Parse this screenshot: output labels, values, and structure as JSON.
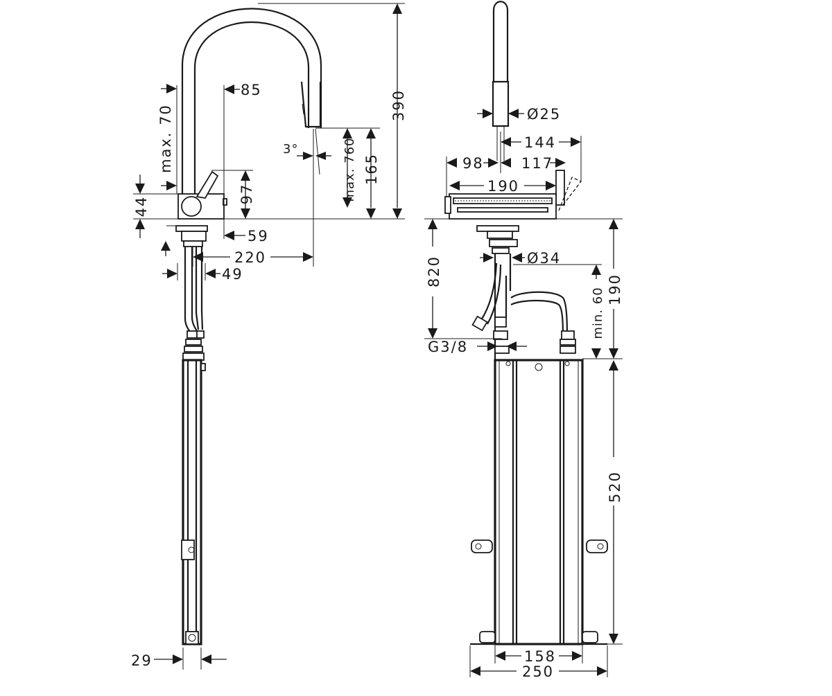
{
  "side_view": {
    "dimensions": {
      "d85": "85",
      "max70": "max. 70",
      "d44": "44",
      "d97": "97",
      "d3deg": "3°",
      "max760": "max. 760",
      "d165": "165",
      "d390": "390",
      "d59": "59",
      "d220": "220",
      "d49": "49",
      "d29": "29"
    }
  },
  "front_view": {
    "dimensions": {
      "dia25": "Ø25",
      "d144": "144",
      "d98": "98",
      "d117": "117",
      "d190a": "190",
      "d820": "820",
      "dia34": "Ø34",
      "min60": "min. 60",
      "d190b": "190",
      "g38": "G3/8",
      "d520": "520",
      "d158": "158",
      "d250": "250"
    }
  }
}
